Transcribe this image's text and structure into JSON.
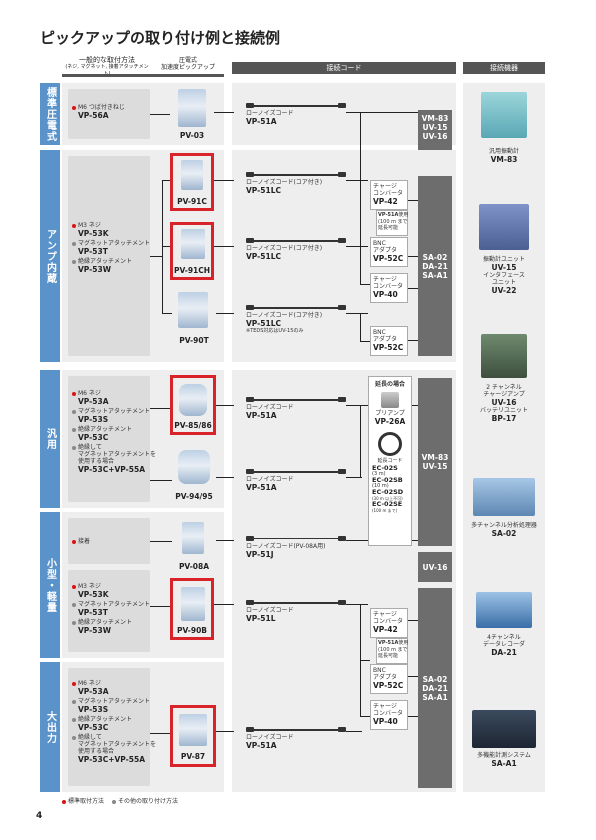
{
  "page": {
    "title": "ピックアップの取り付け例と接続例",
    "page_number": "4",
    "legend": {
      "standard": "標準取付方法",
      "other": "その他の取り付け方法"
    }
  },
  "headers": {
    "mounting": {
      "line1": "一般的な取付方法",
      "line2": "(ネジ, マグネット, 接着アタッチメント)"
    },
    "pickup": {
      "line1": "圧電式",
      "line2": "加速度ピックアップ"
    },
    "cable": "接続コード",
    "device": "接続機器"
  },
  "sections": {
    "standard": "標準圧電式",
    "amp": "アンプ内蔵",
    "general": "汎用",
    "small": "小型・軽量",
    "high": "大出力"
  },
  "mounts": {
    "m1": [
      {
        "label": "M6 つば付きねじ",
        "model": "VP-56A",
        "std": true
      }
    ],
    "m2": [
      {
        "label": "M3 ネジ",
        "model": "VP-53K",
        "std": true
      },
      {
        "label": "マグネットアタッチメント",
        "model": "VP-53T",
        "std": false
      },
      {
        "label": "絶縁アタッチメント",
        "model": "VP-53W",
        "std": false
      }
    ],
    "m3": [
      {
        "label": "M6 ネジ",
        "model": "VP-53A",
        "std": true
      },
      {
        "label": "マグネットアタッチメント",
        "model": "VP-53S",
        "std": false
      },
      {
        "label": "絶縁アタッチメント",
        "model": "VP-53C",
        "std": false
      }
    ],
    "m3x": {
      "line1": "絶縁して",
      "line2": "マグネットアタッチメントを",
      "line3": "使用する場合",
      "model": "VP-53C+VP-55A"
    },
    "m4": [
      {
        "label": "接着",
        "model": "",
        "std": true
      }
    ],
    "m5": [
      {
        "label": "M3 ネジ",
        "model": "VP-53K",
        "std": true
      },
      {
        "label": "マグネットアタッチメント",
        "model": "VP-53T",
        "std": false
      },
      {
        "label": "絶縁アタッチメント",
        "model": "VP-53W",
        "std": false
      }
    ],
    "m6": [
      {
        "label": "M6 ネジ",
        "model": "VP-53A",
        "std": true
      },
      {
        "label": "マグネットアタッチメント",
        "model": "VP-53S",
        "std": false
      },
      {
        "label": "絶縁アタッチメント",
        "model": "VP-53C",
        "std": false
      }
    ],
    "m6x": {
      "line1": "絶縁して",
      "line2": "マグネットアタッチメントを",
      "line3": "使用する場合",
      "model": "VP-53C+VP-55A"
    }
  },
  "pickups": {
    "p1": "PV-03",
    "p2": "PV-91C",
    "p3": "PV-91CH",
    "p4": "PV-90T",
    "p5": "PV-85/86",
    "p6": "PV-94/95",
    "p7": "PV-08A",
    "p8": "PV-90B",
    "p9": "PV-87"
  },
  "cables": {
    "c1": {
      "label": "ローノイズコード",
      "model": "VP-51A"
    },
    "c2": {
      "label": "ローノイズコード(コア付き)",
      "model": "VP-51LC"
    },
    "c3": {
      "label": "ローノイズコード(コア付き)",
      "model": "VP-51LC"
    },
    "c4": {
      "label": "ローノイズコード(コア付き)",
      "model": "VP-51LC",
      "note": "※TEDS対応はUV-15のみ"
    },
    "c5": {
      "label": "ローノイズコード",
      "model": "VP-51A"
    },
    "c6": {
      "label": "ローノイズコード",
      "model": "VP-51A"
    },
    "c7": {
      "label": "ローノイズコード(PV-08A用)",
      "model": "VP-51J"
    },
    "c8": {
      "label": "ローノイズコード",
      "model": "VP-51L"
    },
    "c9": {
      "label": "ローノイズコード",
      "model": "VP-51A"
    }
  },
  "converters": {
    "k1": {
      "line1": "チャージ",
      "line2": "コンバータ",
      "model": "VP-42"
    },
    "k1note": {
      "model": "VP-51A",
      "line1": "使用",
      "line2": "(100 m まで",
      "line3": "延長可能"
    },
    "k2": {
      "line1": "BNC",
      "line2": "アダプタ",
      "model": "VP-52C"
    },
    "k3": {
      "line1": "チャージ",
      "line2": "コンバータ",
      "model": "VP-40"
    },
    "k4": {
      "line1": "BNC",
      "line2": "アダプタ",
      "model": "VP-52C"
    },
    "k5head": "延長の場合",
    "k5": {
      "line1": "プリアンプ",
      "model": "VP-26A"
    },
    "k6": {
      "head": "延長コード",
      "items": [
        {
          "model": "EC-02S",
          "len": "(3 m)"
        },
        {
          "model": "EC-02SB",
          "len": "(10 m)"
        },
        {
          "model": "EC-02SD",
          "len": "(30 m 以上不可)"
        },
        {
          "model": "EC-02SE",
          "len": "(100 m まで)"
        }
      ]
    },
    "k7": {
      "line1": "チャージ",
      "line2": "コンバータ",
      "model": "VP-42"
    },
    "k7note": {
      "model": "VP-51A",
      "line1": "使用",
      "line2": "(100 m まで",
      "line3": "延長可能"
    },
    "k8": {
      "line1": "BNC",
      "line2": "アダプタ",
      "model": "VP-52C"
    },
    "k9": {
      "line1": "チャージ",
      "line2": "コンバータ",
      "model": "VP-40"
    }
  },
  "targets": {
    "t1": [
      "VM-83",
      "UV-15",
      "UV-16"
    ],
    "t2": [
      "SA-02",
      "DA-21",
      "SA-A1"
    ],
    "t3": [
      "VM-83",
      "UV-15"
    ],
    "t4": [
      "UV-16"
    ],
    "t5": [
      "SA-02",
      "DA-21",
      "SA-A1"
    ]
  },
  "equipment": [
    {
      "line1": "汎用振動計",
      "line2": "",
      "model": "VM-83",
      "model2": "",
      "line3": ""
    },
    {
      "line1": "振動計ユニット",
      "line2": "",
      "model": "UV-15",
      "model2": "UV-22",
      "line3": "インタフェース",
      "line4": "ユニット"
    },
    {
      "line1": "2 チャンネル",
      "line2": "チャージアンプ",
      "model": "UV-16",
      "model2": "BP-17",
      "line3": "バッテリユニット"
    },
    {
      "line1": "多チャンネル分析処理器",
      "line2": "",
      "model": "SA-02",
      "model2": "",
      "line3": ""
    },
    {
      "line1": "4チャンネル",
      "line2": "データレコーダ",
      "model": "DA-21",
      "model2": "",
      "line3": ""
    },
    {
      "line1": "多機能計測システム",
      "line2": "",
      "model": "SA-A1",
      "model2": "",
      "line3": ""
    }
  ],
  "colors": {
    "side": "#5a93c9",
    "header": "#555555",
    "highlight": "#d9232a",
    "device": "#6d6d6d"
  }
}
